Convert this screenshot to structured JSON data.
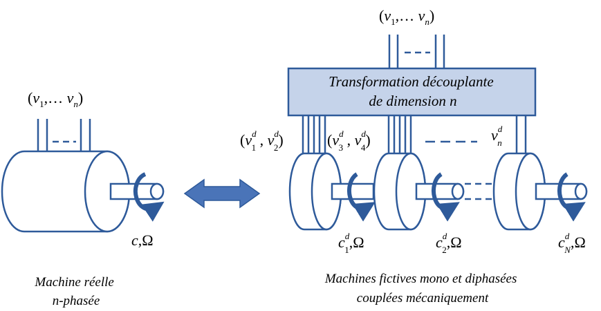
{
  "colors": {
    "line": "#2E5A9A",
    "arrow": "#4A74B8",
    "box_fill": "#C5D3EA",
    "machine_fill": "#FFFFFF"
  },
  "real_machine": {
    "input": {
      "open": "(",
      "v": "v",
      "sub1": "1",
      "mid": ",… ",
      "v2": "v",
      "subn": "n",
      "close": ")"
    },
    "output": {
      "c": "c",
      "comma": ",",
      "omega": "Ω"
    },
    "caption": [
      "Machine réelle",
      "n-phasée"
    ]
  },
  "fictive_system": {
    "input": {
      "open": "(",
      "v": "v",
      "sub1": "1",
      "mid": ",… ",
      "v2": "v",
      "subn": "n",
      "close": ")"
    },
    "transform_box": [
      "Transformation découplante",
      "de dimension n"
    ],
    "machine_inputs": [
      {
        "open": "(",
        "v1": "v",
        "sup1": "d",
        "sub1": "1",
        "comma": " , ",
        "v2": "v",
        "sup2": "d",
        "sub2": "2",
        "close": ")"
      },
      {
        "open": "(",
        "v1": "v",
        "sup1": "d",
        "sub1": "3",
        "comma": " , ",
        "v2": "v",
        "sup2": "d",
        "sub2": "4",
        "close": ")"
      },
      {
        "v": "v",
        "sup": "d",
        "sub": "n"
      }
    ],
    "machine_outputs": [
      {
        "c": "c",
        "sup": "d",
        "sub": "1",
        "rest": ",Ω"
      },
      {
        "c": "c",
        "sup": "d",
        "sub": "2",
        "rest": ",Ω"
      },
      {
        "c": "c",
        "sup": "d",
        "sub": "N",
        "rest": ",Ω"
      }
    ],
    "caption": [
      "Machines fictives  mono et diphasées",
      "couplées mécaniquement"
    ]
  }
}
